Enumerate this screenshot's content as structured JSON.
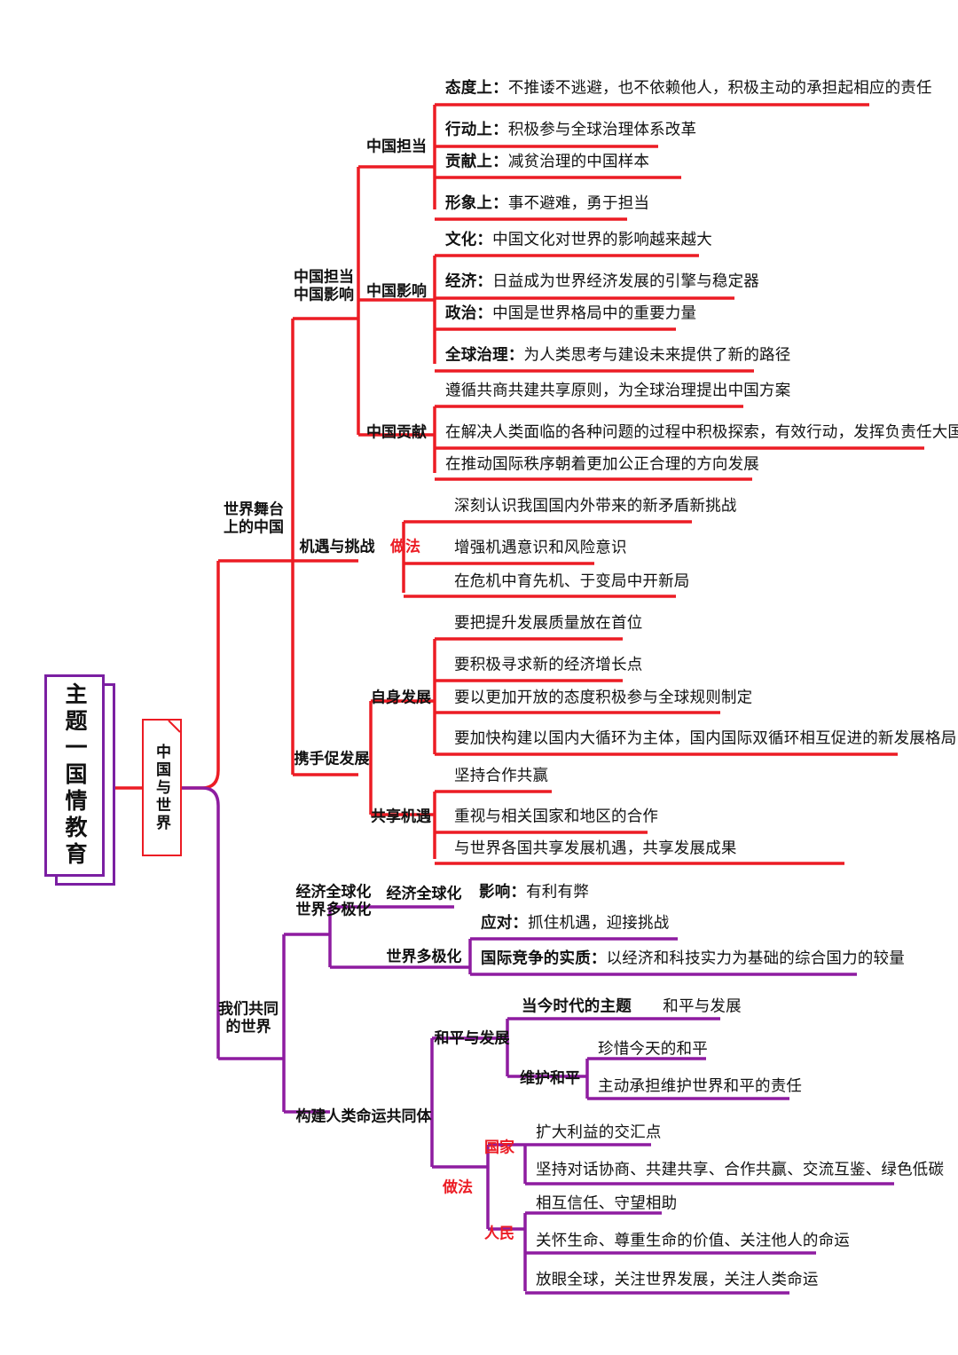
{
  "palette": {
    "red": "#ec1c24",
    "purple": "#8e1ca0",
    "root_border": "#7B1FA2",
    "text": "#111111",
    "background": "#ffffff"
  },
  "root": {
    "title": "主题一国情教育",
    "subtitle": "中国与世界"
  },
  "branches": [
    {
      "id": "b1",
      "label": "世界舞台\n上的中国",
      "line1": "世界舞台",
      "line2": "上的中国",
      "color": "#ec1c24"
    },
    {
      "id": "b2",
      "label": "我们共同\n的世界",
      "line1": "我们共同",
      "line2": "的世界",
      "color": "#8e1ca0"
    }
  ],
  "groups": {
    "g_danying": {
      "line1": "中国担当",
      "line2": "中国影响"
    },
    "g_zhongguodandang": {
      "label": "中国担当"
    },
    "g_zhongguoyingxiang": {
      "label": "中国影响"
    },
    "g_zhongguogongxian": {
      "label": "中国贡献"
    },
    "g_jiyu": {
      "label": "机遇与挑战"
    },
    "g_jiyu_zuofa": {
      "label": "做法"
    },
    "g_xieshou": {
      "label": "携手促发展"
    },
    "g_zishen": {
      "label": "自身发展"
    },
    "g_gongxiang": {
      "label": "共享机遇"
    },
    "g_quanqiu_duoji": {
      "line1": "经济全球化",
      "line2": "世界多极化"
    },
    "g_jingjiquanqiuhua": {
      "label": "经济全球化"
    },
    "g_shijieduojihua": {
      "label": "世界多极化"
    },
    "g_gouijian": {
      "label": "构建人类命运共同体"
    },
    "g_hepingfazhan": {
      "label": "和平与发展"
    },
    "g_weihuheping": {
      "label": "维护和平"
    },
    "g_zuofa2": {
      "label": "做法"
    },
    "g_guojia": {
      "label": "国家"
    },
    "g_renmin": {
      "label": "人民"
    }
  },
  "leaves": {
    "l1": {
      "key": "态度上",
      "sep": "：",
      "text": "不推诿不逃避，也不依赖他人，积极主动的承担起相应的责任"
    },
    "l2": {
      "key": "行动上",
      "sep": "：",
      "text": "积极参与全球治理体系改革"
    },
    "l3": {
      "key": "贡献上",
      "sep": "：",
      "text": "减贫治理的中国样本"
    },
    "l4": {
      "key": "形象上",
      "sep": "：",
      "text": "事不避难，勇于担当"
    },
    "l5": {
      "key": "文化",
      "sep": "：",
      "text": "中国文化对世界的影响越来越大"
    },
    "l6": {
      "key": "经济",
      "sep": "：",
      "text": "日益成为世界经济发展的引擎与稳定器"
    },
    "l7": {
      "key": "政治",
      "sep": "：",
      "text": "中国是世界格局中的重要力量"
    },
    "l8": {
      "key": "全球治理",
      "sep": "：",
      "text": "为人类思考与建设未来提供了新的路径"
    },
    "l9": {
      "key": "",
      "sep": "",
      "text": "遵循共商共建共享原则，为全球治理提出中国方案"
    },
    "l10": {
      "key": "",
      "sep": "",
      "text": "在解决人类面临的各种问题的过程中积极探索，有效行动，发挥负责任大国作用"
    },
    "l11": {
      "key": "",
      "sep": "",
      "text": "在推动国际秩序朝着更加公正合理的方向发展"
    },
    "l12": {
      "key": "",
      "sep": "",
      "text": "深刻认识我国国内外带来的新矛盾新挑战"
    },
    "l13": {
      "key": "",
      "sep": "",
      "text": "增强机遇意识和风险意识"
    },
    "l14": {
      "key": "",
      "sep": "",
      "text": "在危机中育先机、于变局中开新局"
    },
    "l15": {
      "key": "",
      "sep": "",
      "text": "要把提升发展质量放在首位"
    },
    "l16": {
      "key": "",
      "sep": "",
      "text": "要积极寻求新的经济增长点"
    },
    "l17": {
      "key": "",
      "sep": "",
      "text": "要以更加开放的态度积极参与全球规则制定"
    },
    "l18": {
      "key": "",
      "sep": "",
      "text": "要加快构建以国内大循环为主体，国内国际双循环相互促进的新发展格局"
    },
    "l19": {
      "key": "",
      "sep": "",
      "text": "坚持合作共赢"
    },
    "l20": {
      "key": "",
      "sep": "",
      "text": "重视与相关国家和地区的合作"
    },
    "l21": {
      "key": "",
      "sep": "",
      "text": "与世界各国共享发展机遇，共享发展成果"
    },
    "l22": {
      "key": "影响",
      "sep": "：",
      "text": "有利有弊"
    },
    "l23": {
      "key": "应对",
      "sep": "：",
      "text": "抓住机遇，迎接挑战"
    },
    "l24": {
      "key": "国际竞争的实质",
      "sep": "：",
      "text": "以经济和科技实力为基础的综合国力的较量"
    },
    "l25": {
      "key": "当今时代的主题",
      "sep": "",
      "text": "　　和平与发展"
    },
    "l26": {
      "key": "",
      "sep": "",
      "text": "珍惜今天的和平"
    },
    "l27": {
      "key": "",
      "sep": "",
      "text": "主动承担维护世界和平的责任"
    },
    "l28": {
      "key": "",
      "sep": "",
      "text": "扩大利益的交汇点"
    },
    "l29": {
      "key": "",
      "sep": "",
      "text": "坚持对话协商、共建共享、合作共赢、交流互鉴、绿色低碳"
    },
    "l30": {
      "key": "",
      "sep": "",
      "text": "相互信任、守望相助"
    },
    "l31": {
      "key": "",
      "sep": "",
      "text": "关怀生命、尊重生命的价值、关注他人的命运"
    },
    "l32": {
      "key": "",
      "sep": "",
      "text": "放眼全球，关注世界发展，关注人类命运"
    }
  }
}
